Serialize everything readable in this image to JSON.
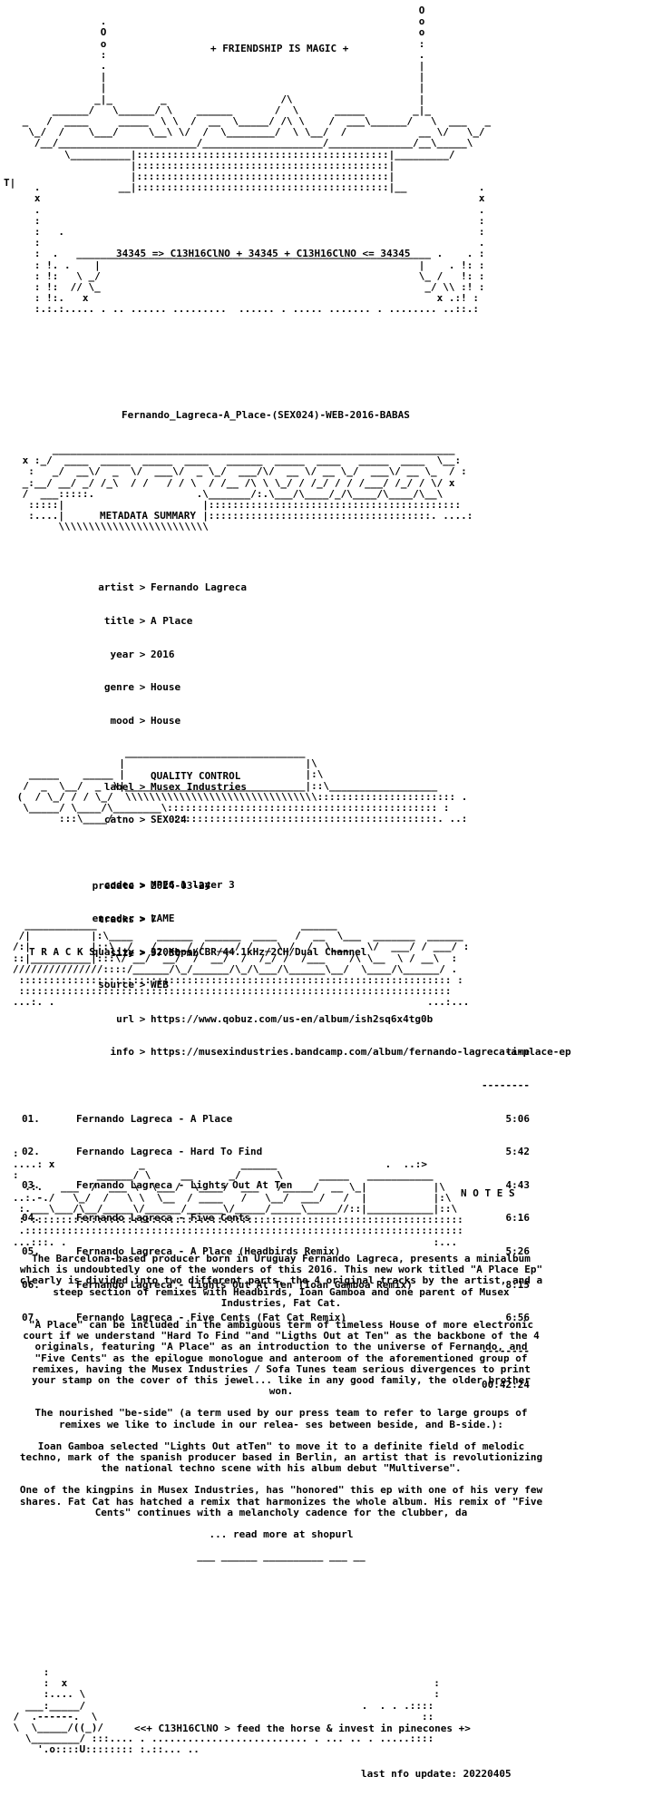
{
  "header": {
    "title": "+ FRIENDSHIP IS MAGIC +",
    "formula": "34345 => C13H16ClNO + 34345 + C13H16ClNO <= 34345"
  },
  "release_name": "Fernando_Lagreca-A_Place-(SEX024)-WEB-2016-BABAS",
  "sections": {
    "metadata": "METADATA SUMMARY",
    "quality": "QUALITY CONTROL",
    "tracks": "T R A C K S",
    "notes": "N O T E S"
  },
  "metadata": [
    {
      "key": "artist",
      "value": "Fernando Lagreca"
    },
    {
      "key": "title",
      "value": "A Place"
    },
    {
      "key": "year",
      "value": "2016"
    },
    {
      "key": "genre",
      "value": "House"
    },
    {
      "key": "mood",
      "value": "House"
    },
    {
      "key": "label",
      "value": "Musex Industries"
    },
    {
      "key": "catno",
      "value": "SEX024"
    },
    {
      "key": "predate",
      "value": "2024-03-24"
    },
    {
      "key": "tracks",
      "value": "7"
    },
    {
      "key": "size",
      "value": "97.30 mb"
    },
    {
      "key": "url",
      "value": "https://www.qobuz.com/us-en/album/ish2sq6x4tg0b"
    },
    {
      "key": "info",
      "value": "https://musexindustries.bandcamp.com/album/fernando-lagreca-a-place-ep"
    }
  ],
  "quality": [
    {
      "key": "codec",
      "value": "MPEG 1 layer 3"
    },
    {
      "key": "encoder",
      "value": "LAME"
    },
    {
      "key": "quality",
      "value": "320Kbps/CBR/44.1kHz/2CH/Dual Channel"
    },
    {
      "key": "source",
      "value": "WEB"
    }
  ],
  "tracklist": {
    "time_header": "time",
    "rule": "--------",
    "items": [
      {
        "num": "01.",
        "title": "Fernando Lagreca - A Place",
        "time": "5:06"
      },
      {
        "num": "02.",
        "title": "Fernando Lagreca - Hard To Find",
        "time": "5:42"
      },
      {
        "num": "03.",
        "title": "Fernando Lagreca - Lights Out At Ten",
        "time": "4:43"
      },
      {
        "num": "04.",
        "title": "Fernando Lagreca - Five Cents",
        "time": "6:16"
      },
      {
        "num": "05.",
        "title": "Fernando Lagreca - A Place (Headbirds Remix)",
        "time": "5:26"
      },
      {
        "num": "06.",
        "title": "Fernando Lagreca - Lights Out At Ten (Ioan Gamboa Remix)",
        "time": "8:15"
      },
      {
        "num": "07.",
        "title": "Fernando Lagreca - Five Cents (Fat Cat Remix)",
        "time": "6:56"
      }
    ],
    "total": "00:42:24"
  },
  "notes": [
    "The Barcelona-based producer born in Uruguay Fernando Lagreca, presents a minialbum which is undoubtedly one of the wonders of this 2016. This new work titled \"A Place Ep\" clearly is divided into two different parts, the 4 original tracks by the artist, and a steep section of remixes with Headbirds, Ioan Gamboa and one parent of Musex Industries, Fat Cat.",
    "\"A Place\" can be included in the ambiguous term of timeless House of more electronic court if we understand \"Hard To Find \"and \"Ligths Out at Ten\" as the backbone of the 4 originals, featuring \"A Place\" as an introduction to the universe of Fernando, and \"Five Cents\" as the epilogue monologue and anteroom of the aforementioned group of remixes, having the Musex Industries / Sofa Tunes team serious divergences to print your stamp on the cover of this jewel... like in any good family, the older brother won.",
    "The nourished \"be-side\" (a term used by our press team to refer to large groups of remixes we like to include in our relea- ses between beside, and B-side.):",
    "Ioan Gamboa selected \"Lights Out atTen\" to move it to a definite field of melodic techno, mark of the spanish producer based in Berlin, an artist that is revolutionizing the national techno scene with his album debut \"Multiverse\".",
    "One of the kingpins in Musex Industries, has \"honored\" this ep with one of his very few shares. Fat Cat has hatched a remix that harmonizes the whole album. His remix of \"Five Cents\" continues with a melancholy cadence for the clubber, da"
  ],
  "read_more": "... read more at shopurl",
  "read_more_rule": "___ ______ __________ ___ __",
  "footer": {
    "tagline": "<<+ C13H16ClNO > feed the horse & invest in pinecones +>",
    "last_update": "last nfo update: 20220405"
  }
}
